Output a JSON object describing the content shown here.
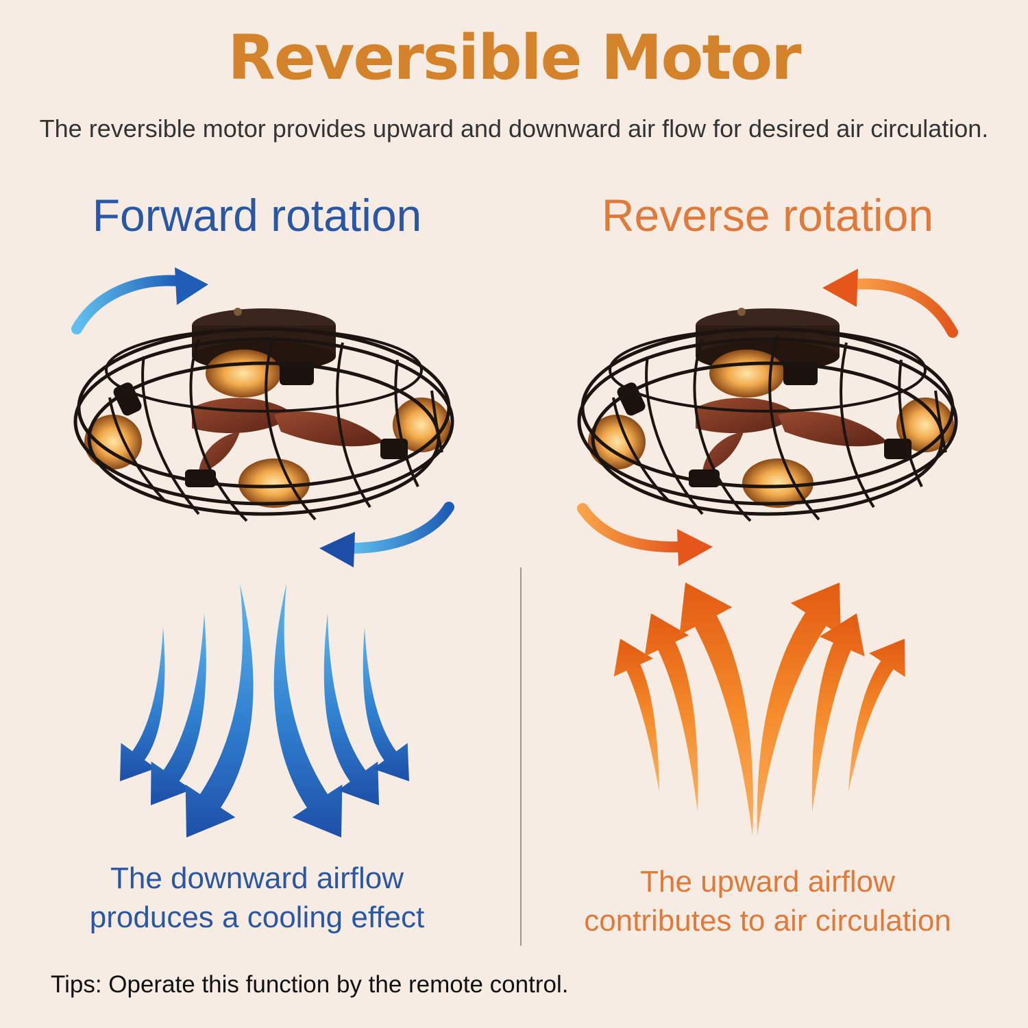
{
  "title": "Reversible Motor",
  "subtitle": "The reversible motor provides upward and downward air flow for desired air circulation.",
  "forward": {
    "heading": "Forward rotation",
    "caption_line1": "The downward airflow",
    "caption_line2": "produces a cooling effect"
  },
  "reverse": {
    "heading": "Reverse rotation",
    "caption_line1": "The upward airflow",
    "caption_line2": "contributes to air circulation"
  },
  "tips": "Tips: Operate this function by the remote control.",
  "colors": {
    "title": "#d5832a",
    "forward_blue": "#2a56a6",
    "reverse_orange": "#e07a3a",
    "background": "#f6ece3"
  },
  "icons": [
    "rotation-arrow-icon",
    "ceiling-fan-light-icon",
    "airflow-arrow-icon"
  ]
}
